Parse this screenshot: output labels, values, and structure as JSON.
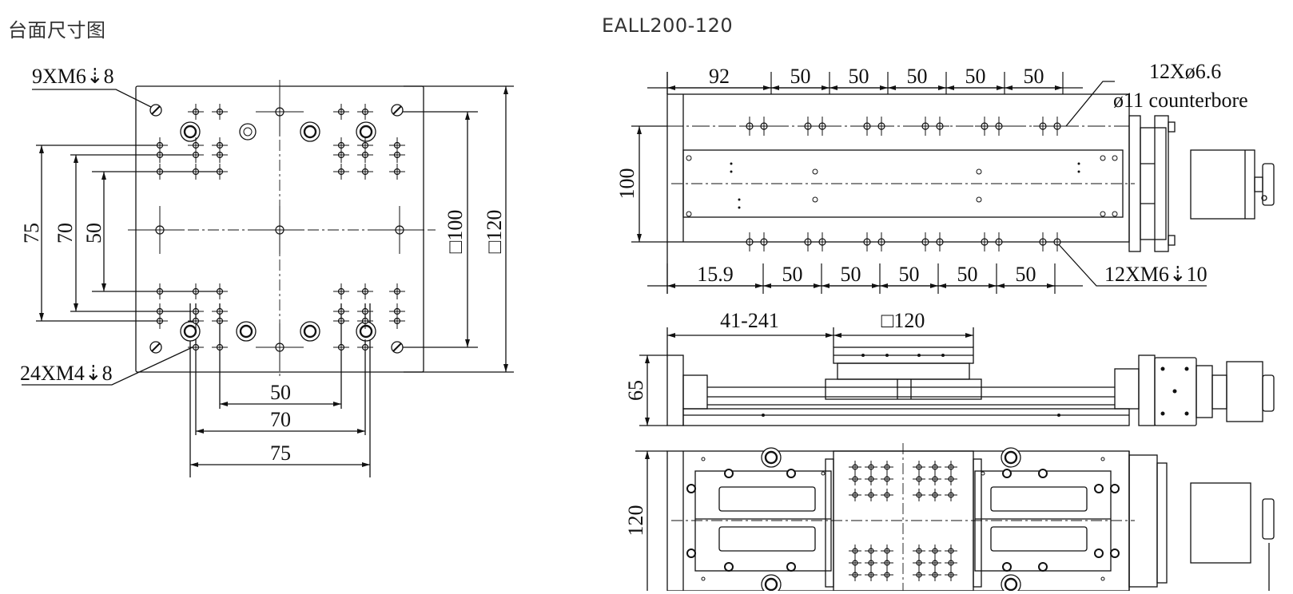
{
  "titles": {
    "left": "台面尺寸图",
    "right": "EALL200-120"
  },
  "table_view": {
    "callout_top": "9XM6⇣8",
    "callout_bottom": "24XM4⇣8",
    "dim_75_v": "75",
    "dim_70_v": "70",
    "dim_50_v": "50",
    "dim_100_sq": "□100",
    "dim_120_sq": "□120",
    "dim_50_h": "50",
    "dim_70_h": "70",
    "dim_75_h": "75"
  },
  "top_view": {
    "dims_top": [
      "92",
      "50",
      "50",
      "50",
      "50",
      "50"
    ],
    "dims_bottom": [
      "15.9",
      "50",
      "50",
      "50",
      "50",
      "50"
    ],
    "dim_100": "100",
    "callout_counterbore_1": "12Xø6.6",
    "callout_counterbore_2": "ø11 counterbore",
    "callout_tap": "12XM6⇣10"
  },
  "side_view": {
    "dim_travel": "41-241",
    "dim_table": "□120",
    "dim_height": "65"
  },
  "bottom_view": {
    "dim_width": "120"
  }
}
